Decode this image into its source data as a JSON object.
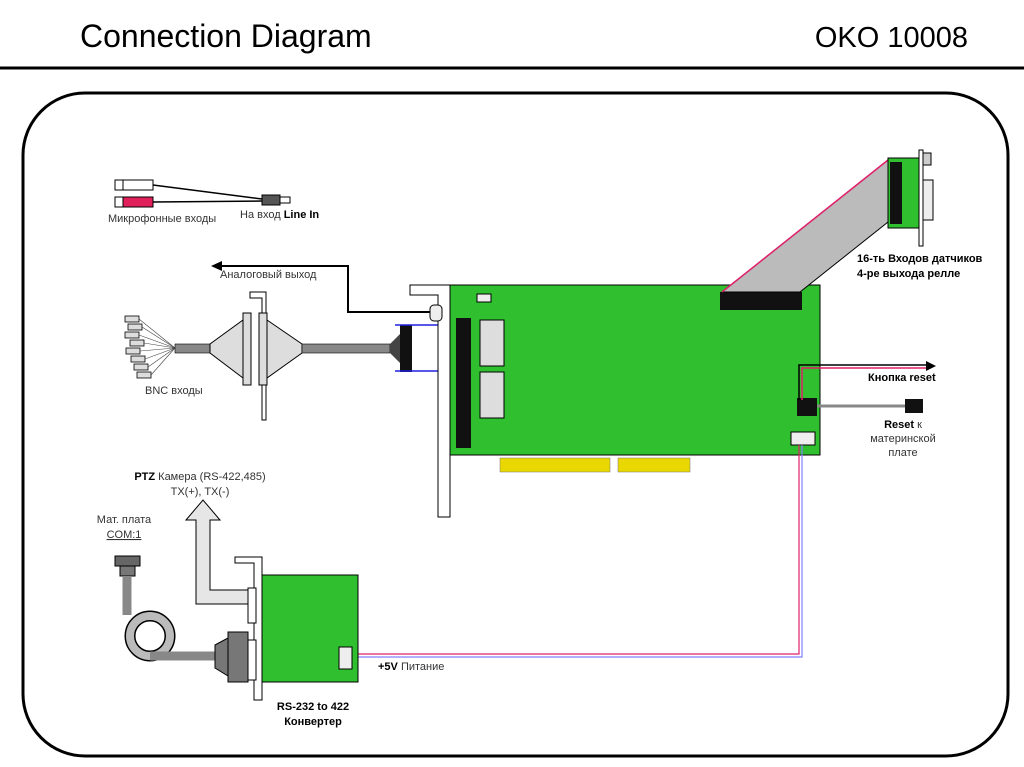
{
  "header": {
    "title": "Connection Diagram",
    "model": "OKO 10008"
  },
  "labels": {
    "mic_inputs": "Микрофонные входы",
    "line_in_prefix": "На вход",
    "line_in": "Line In",
    "analog_out": "Аналоговый выход",
    "bnc_inputs": "BNC входы",
    "sensors_line1": "16-ть Входов датчиков",
    "sensors_line2": "4-ре выхода релле",
    "reset_button": "Кнопка reset",
    "reset_mb_bold": "Reset",
    "reset_mb_suffix": "к",
    "reset_mb_line2": "материнской",
    "reset_mb_line3": "плате",
    "ptz_bold": "PTZ",
    "ptz_rest": "Камера (RS-422,485)",
    "ptz_line2": "TX(+), TX(-)",
    "mb_label": "Мат. плата",
    "com_port": "COM:1",
    "converter_line1": "RS-232 to 422",
    "converter_line2": "Конвертер",
    "power_bold": "+5V",
    "power_rest": "Питание"
  },
  "colors": {
    "board": "#2fbf2f",
    "cable": "#b8b8b8",
    "pink": "#e0206a",
    "blue": "#2020e0",
    "wire_blue": "#8080ff"
  }
}
